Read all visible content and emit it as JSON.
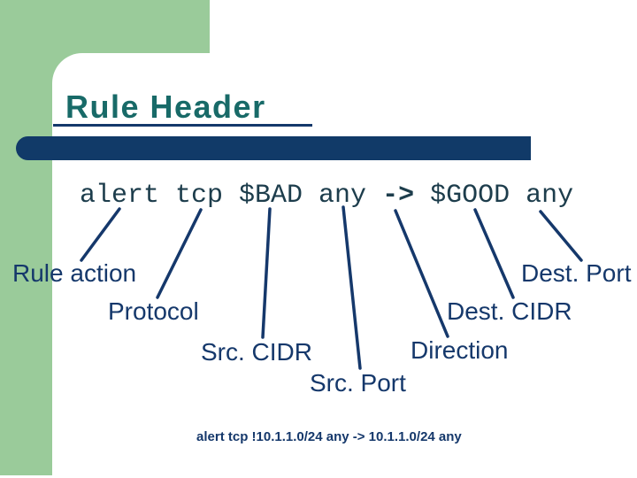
{
  "slide": {
    "title": "Rule Header",
    "rule": {
      "prefix": "alert tcp $BAD any ",
      "arrow": "->",
      "suffix": " $GOOD any"
    },
    "labels": {
      "rule_action": "Rule action",
      "protocol": "Protocol",
      "src_cidr": "Src. CIDR",
      "src_port": "Src. Port",
      "direction": "Direction",
      "dest_cidr": "Dest. CIDR",
      "dest_port": "Dest. Port"
    },
    "connectors": [
      {
        "token": "alert",
        "label": "Rule action"
      },
      {
        "token": "tcp",
        "label": "Protocol"
      },
      {
        "token": "$BAD",
        "label": "Src. CIDR"
      },
      {
        "token": "any",
        "label": "Src. Port"
      },
      {
        "token": "->",
        "label": "Direction"
      },
      {
        "token": "$GOOD",
        "label": "Dest. CIDR"
      },
      {
        "token": "any",
        "label": "Dest. Port"
      }
    ],
    "example": "alert tcp !10.1.1.0/24 any -> 10.1.1.0/24 any",
    "colors": {
      "background_green": "#9acb9a",
      "bar_navy": "#113a68",
      "label_navy": "#15386b",
      "title_teal": "#186a68",
      "rule_text": "#1d3d4c"
    }
  }
}
